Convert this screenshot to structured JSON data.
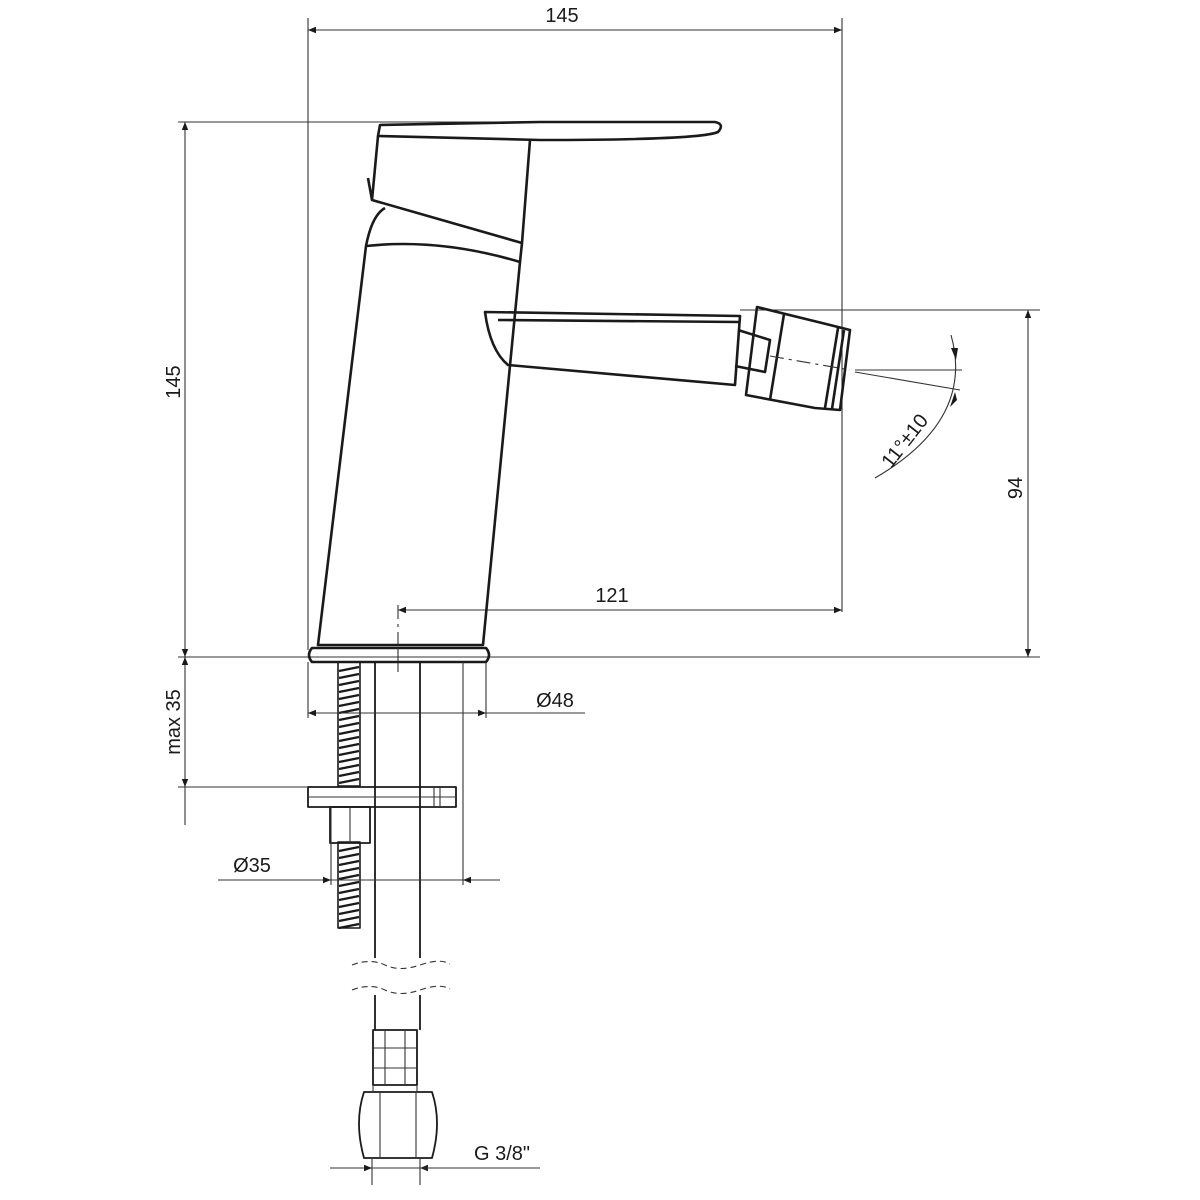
{
  "drawing": {
    "overall_width": "145",
    "overall_height": "145",
    "spout_height": "94",
    "spout_reach": "121",
    "spray_angle": "11°±10",
    "base_diameter": "Ø48",
    "max_deck_thickness": "max 35",
    "hole_diameter": "Ø35",
    "connection_thread": "G 3/8\""
  }
}
